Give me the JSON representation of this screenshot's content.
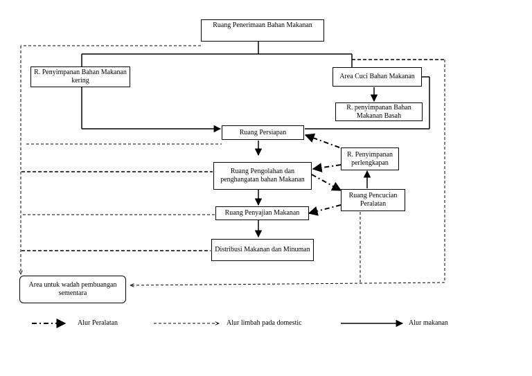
{
  "nodes": {
    "receiving": "Ruang Penerimaan Bahan Makanan",
    "dry_storage": "R. Penyimpanan Bahan Makanan kering",
    "washing_area": "Area Cuci Bahan Makanan",
    "wet_storage": "R. penyimpanan Bahan Makanan Basah",
    "preparation": "Ruang Persiapan",
    "equipment_storage": "R. Penyimpanan perlengkapan",
    "processing": "Ruang Pengolahan dan penghangatan bahan Makanan",
    "equipment_washing": "Ruang Pencucian Peralatan",
    "serving": "Ruang Penyajian Makanan",
    "distribution": "Distribusi Makanan dan Minuman",
    "waste_area": "Area untuk wadah pembuangan sementara"
  },
  "legend": {
    "equipment_flow": "Alur Peralatan",
    "waste_flow": "Alur limbah pada domestic",
    "food_flow": "Alur makanan"
  }
}
